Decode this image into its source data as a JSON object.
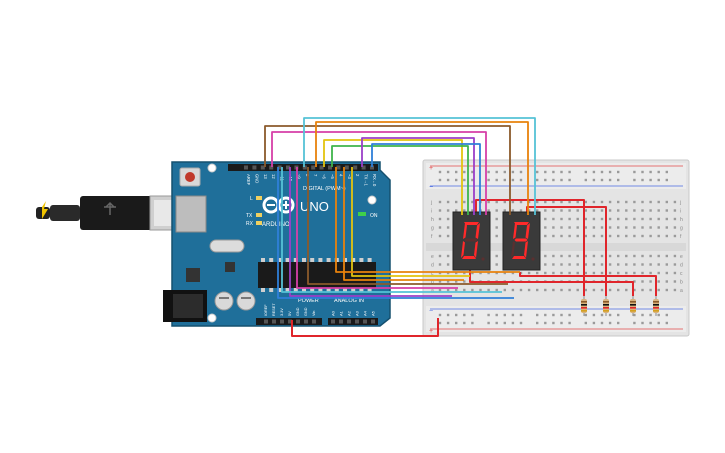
{
  "board": {
    "brand": "ARDUINO",
    "model": "UNO",
    "on_label": "ON",
    "tx_label": "TX",
    "rx_label": "RX",
    "l_label": "L",
    "digital_label": "DIGITAL (PWM~)",
    "power_label": "POWER",
    "analog_label": "ANALOG IN",
    "top_pins": [
      "AREF",
      "GND",
      "13",
      "12",
      "~11",
      "~10",
      "~9",
      "8",
      "7",
      "~6",
      "~5",
      "4",
      "~3",
      "2",
      "TX→1",
      "RX←0"
    ],
    "power_pins": [
      "IOREF",
      "RESET",
      "3.3V",
      "5V",
      "GND",
      "GND",
      "Vin"
    ],
    "analog_pins": [
      "A0",
      "A1",
      "A2",
      "A3",
      "A4",
      "A5"
    ],
    "color": "#1f6f9a"
  },
  "breadboard": {
    "row_letters_top": [
      "j",
      "i",
      "h",
      "g",
      "f"
    ],
    "row_letters_bottom": [
      "e",
      "d",
      "c",
      "b",
      "a"
    ],
    "plus": "+",
    "minus": "−"
  },
  "display": {
    "left_digit": "0",
    "right_digit": "9",
    "segment_color": "#ff2a2a"
  },
  "wire_colors": {
    "brown": "#8b5a2b",
    "purple": "#9b3fc8",
    "magenta": "#d63fa8",
    "orange": "#e8820c",
    "yellow": "#e3c40e",
    "green": "#3fb54a",
    "blue": "#2f7fd8",
    "cyan": "#56c2d6",
    "red": "#e0252b"
  }
}
